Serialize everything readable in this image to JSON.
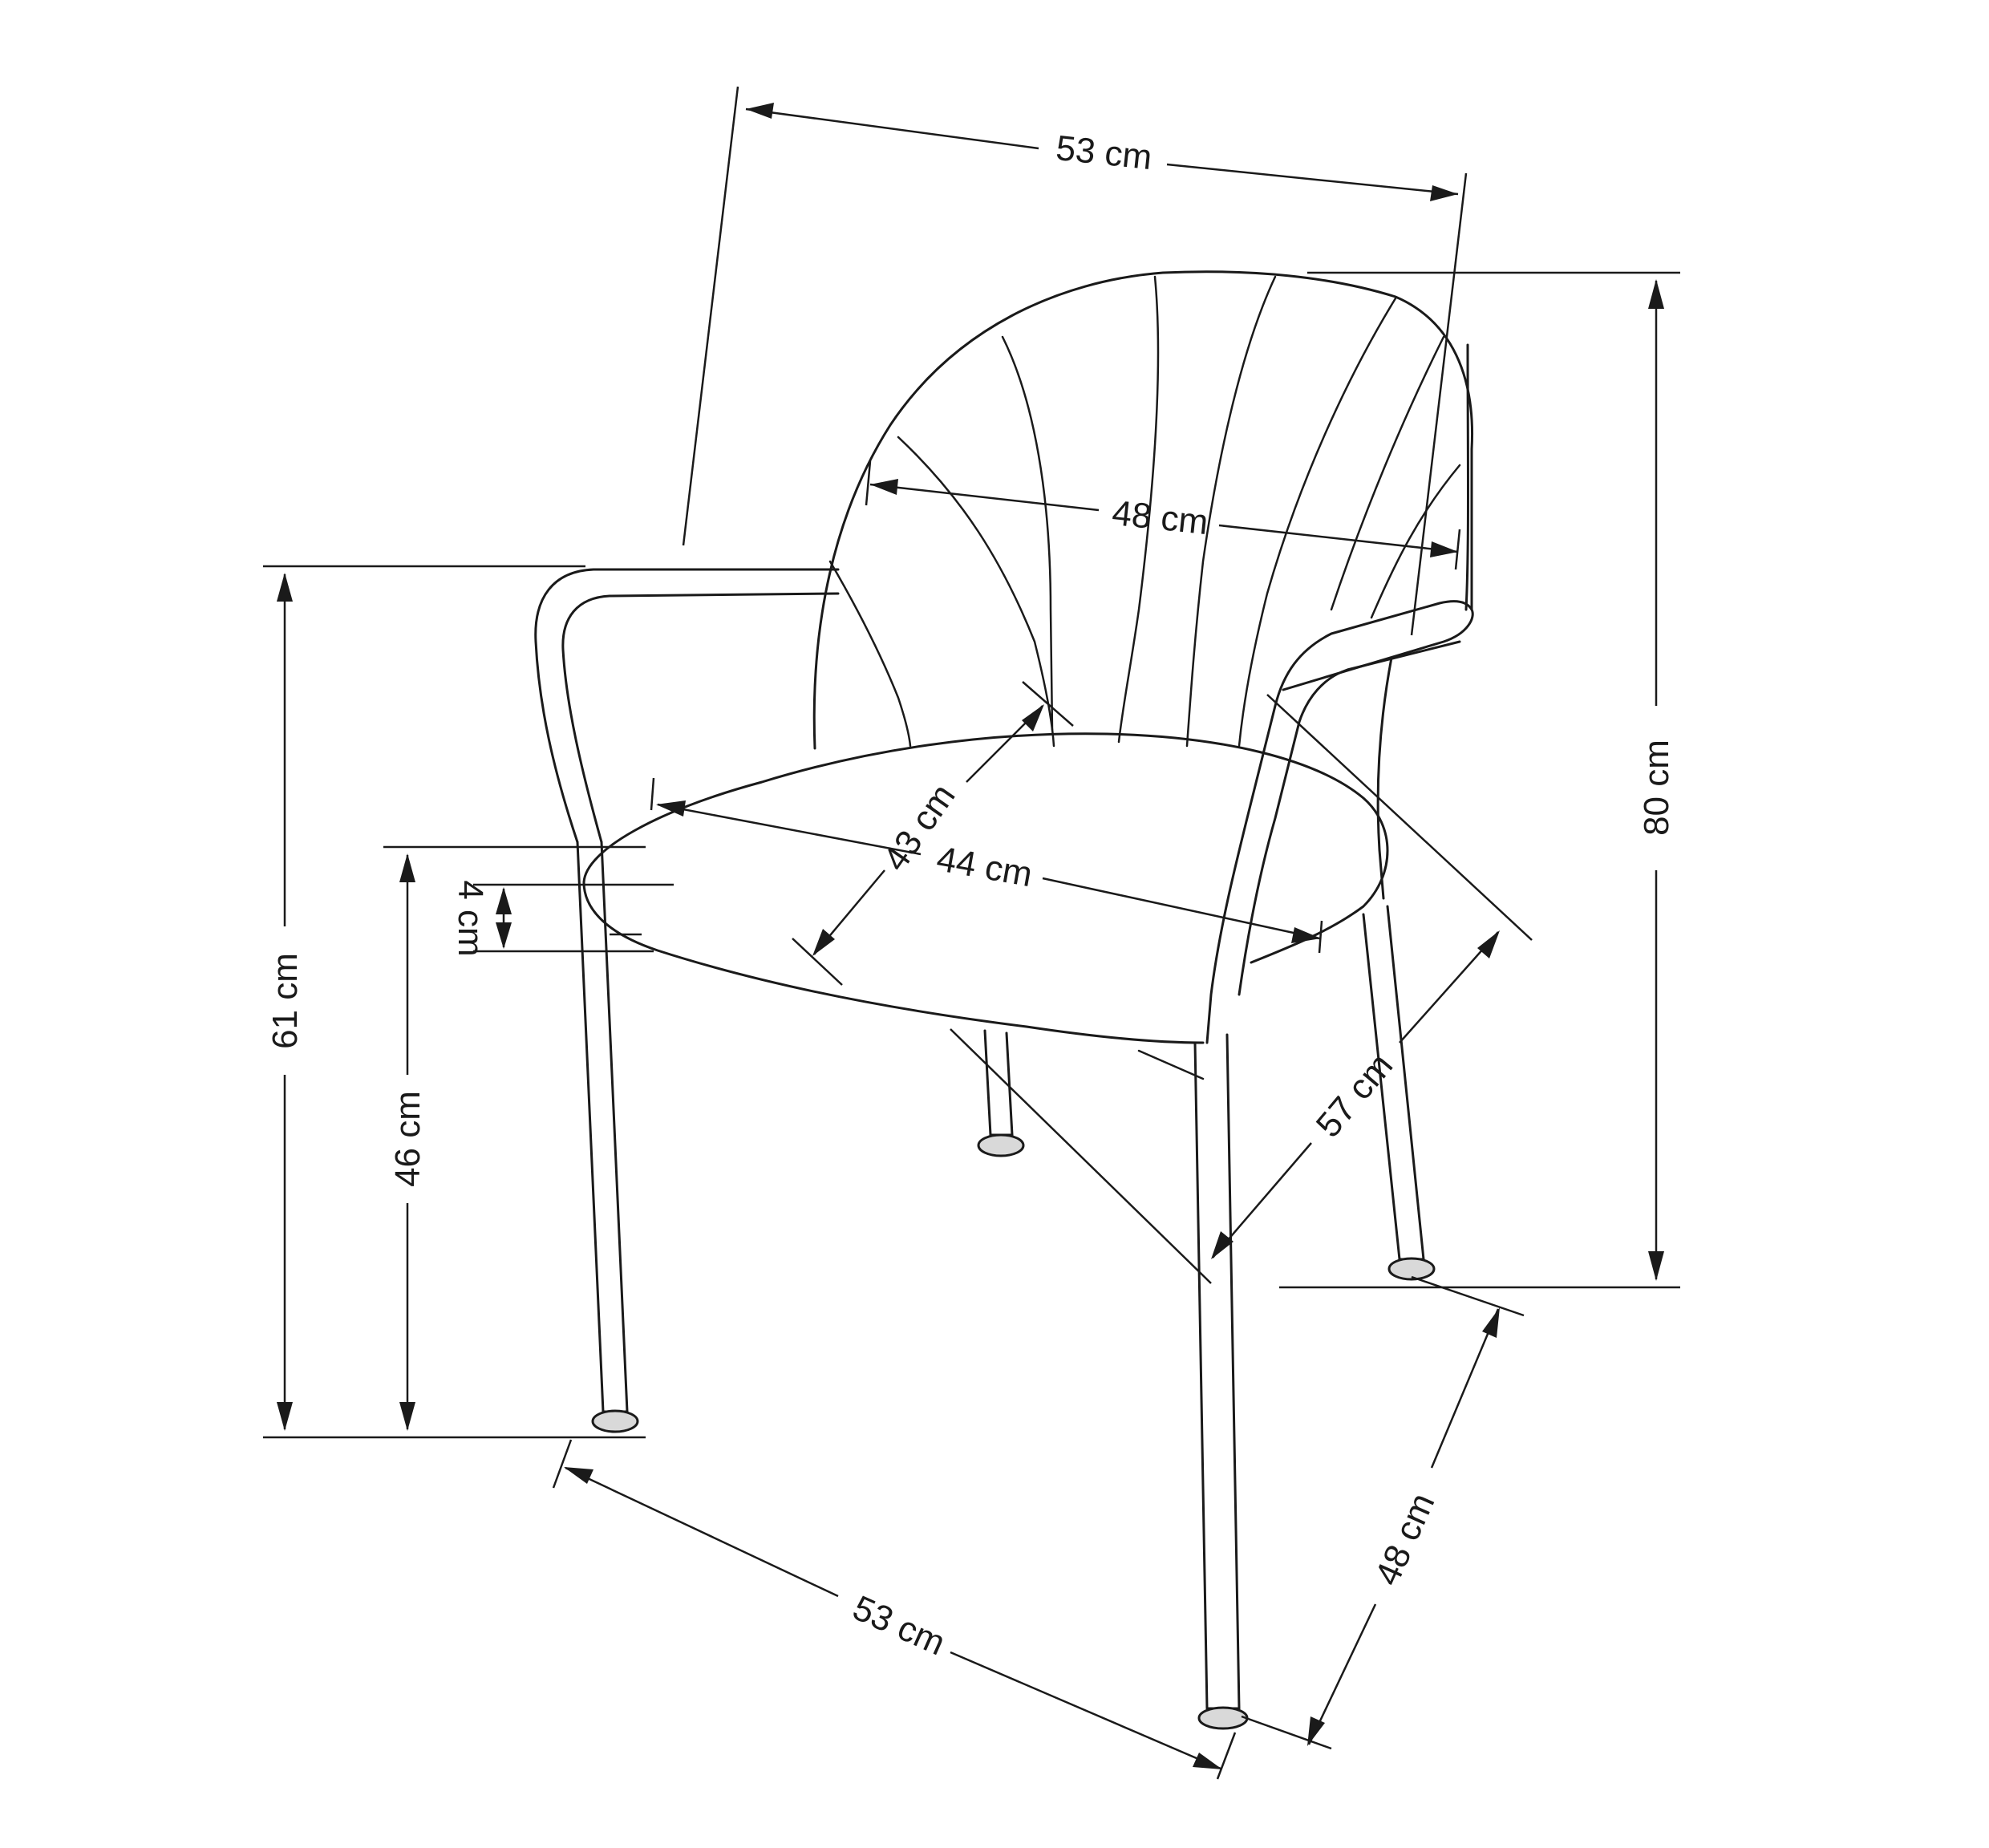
{
  "diagram": {
    "dimensions": {
      "top_width": "53 cm",
      "backrest_width": "48 cm",
      "total_height": "80 cm",
      "armrest_height": "61 cm",
      "seat_height": "46 cm",
      "cushion_thickness": "4 cm",
      "seat_depth": "43 cm",
      "seat_width": "44 cm",
      "diagonal_depth": "57 cm",
      "base_width": "53 cm",
      "base_depth": "48 cm"
    },
    "colors": {
      "line": "#1a1a1a",
      "background": "#ffffff",
      "foot_fill": "#d9d9d9"
    }
  }
}
